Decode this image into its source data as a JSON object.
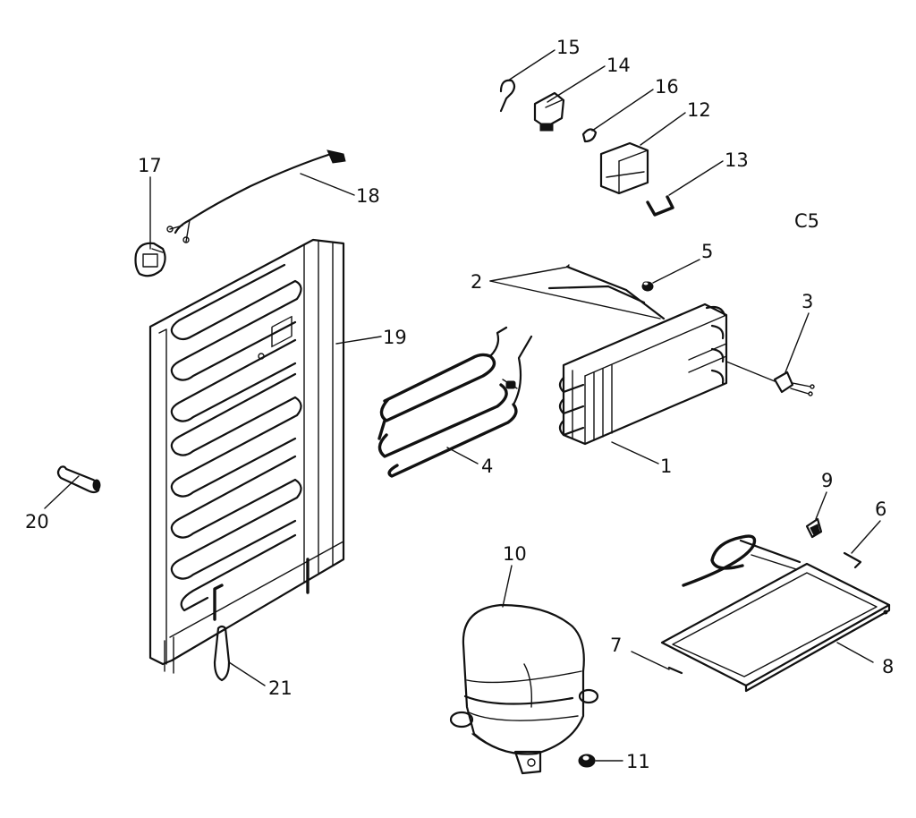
{
  "diagram": {
    "code": "C5",
    "callouts": [
      {
        "id": "1",
        "label": "1"
      },
      {
        "id": "2",
        "label": "2"
      },
      {
        "id": "3",
        "label": "3"
      },
      {
        "id": "4",
        "label": "4"
      },
      {
        "id": "5",
        "label": "5"
      },
      {
        "id": "6",
        "label": "6"
      },
      {
        "id": "7",
        "label": "7"
      },
      {
        "id": "8",
        "label": "8"
      },
      {
        "id": "9",
        "label": "9"
      },
      {
        "id": "10",
        "label": "10"
      },
      {
        "id": "11",
        "label": "11"
      },
      {
        "id": "12",
        "label": "12"
      },
      {
        "id": "13",
        "label": "13"
      },
      {
        "id": "14",
        "label": "14"
      },
      {
        "id": "15",
        "label": "15"
      },
      {
        "id": "16",
        "label": "16"
      },
      {
        "id": "17",
        "label": "17"
      },
      {
        "id": "18",
        "label": "18"
      },
      {
        "id": "19",
        "label": "19"
      },
      {
        "id": "20",
        "label": "20"
      },
      {
        "id": "21",
        "label": "21"
      }
    ]
  }
}
